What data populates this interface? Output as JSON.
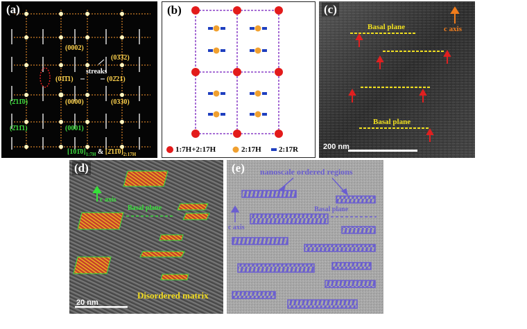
{
  "panels": {
    "a": {
      "label": "(a)",
      "spots_yellow": [
        "(0002)",
        "(03̄3̄2)",
        "(01̄1̄1)",
        "(02̄21)",
        "(0000)",
        "(0330)"
      ],
      "spots_green": [
        "(2̄11̄0)",
        "(2̄11̄1)",
        "(0001)"
      ],
      "streaks": "streaks",
      "zone_axis_1": "[101̄0]",
      "zone_axis_1_sub": "1:7H",
      "zone_axis_join": "&",
      "zone_axis_2": "[2̄11̄0]",
      "zone_axis_2_sub": "2:17H",
      "colors": {
        "spot": "#ffd34d",
        "grid": "#ff9a2e",
        "green": "#3fdc3f",
        "red_ellipse": "#e02020"
      }
    },
    "b": {
      "label": "(b)",
      "legend": [
        "1:7H+2:17H",
        "2:17H",
        "2:17R"
      ],
      "colors": {
        "red": "#e31b1b",
        "orange": "#f0a030",
        "blue": "#1f3fbf",
        "frame": "#8a3fc7"
      }
    },
    "c": {
      "label": "(c)",
      "axis": "c axis",
      "basal_top": "Basal plane",
      "basal_bottom": "Basal plane",
      "scale": "200 nm",
      "colors": {
        "basal": "#f0e020",
        "arrow": "#e02020",
        "axis": "#f07c1c"
      }
    },
    "d": {
      "label": "(d)",
      "axis": "c axis",
      "basal": "Basal plane",
      "matrix": "Disordered matrix",
      "scale": "20 nm",
      "colors": {
        "green": "#36e03a",
        "fill": "#c8402a",
        "text": "#f2dc1e"
      }
    },
    "e": {
      "label": "(e)",
      "title": "nanoscale ordered regions",
      "basal": "Basal plane",
      "axis": "c axis",
      "colors": {
        "purple": "#6a5ecf"
      }
    }
  }
}
